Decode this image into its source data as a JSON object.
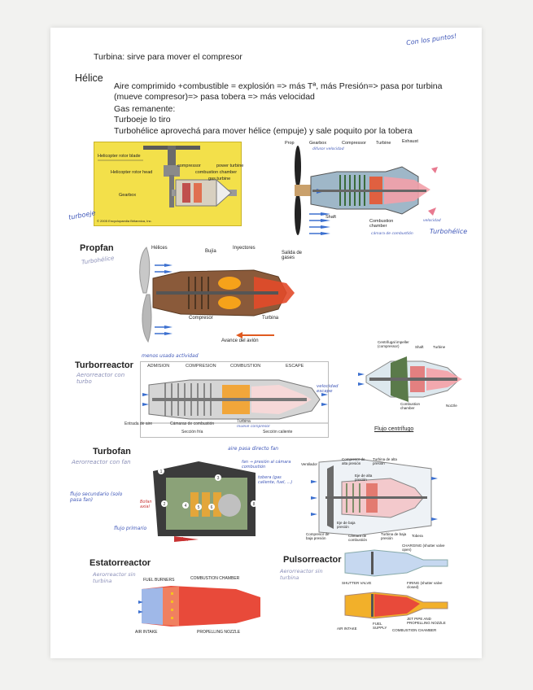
{
  "corner_note": "Con los puntos!",
  "intro": {
    "turbina_line": "Turbina: sirve para mover el compresor",
    "helice_title": "Hélice",
    "lines": [
      "Aire comprimido +combustible = explosión => más Tª, más Presión=> pasa por turbina",
      "(mueve compresor)=> pasa tobera => más velocidad",
      "Gas remanente:",
      "Turboeje lo tiro",
      "Turbohélice aprovechá para mover hélice (empuje) y sale poquito por la tobera"
    ]
  },
  "turboeje": {
    "handnote": "turboeje",
    "labels": [
      "Helicopter rotor blade",
      "Helicopter rotor head",
      "Gearbox",
      "compressor",
      "combustion chamber",
      "gas turbine",
      "power turbine"
    ],
    "copyright": "© 2005 Encyclopaedia Britannica, Inc."
  },
  "turbohelice": {
    "handnote": "Turbohélice",
    "labels": [
      "Prop",
      "Gearbox",
      "Compressor",
      "Turbine",
      "Exhaust",
      "Shaft",
      "Combustion chamber"
    ],
    "hand_labels": [
      "difusor velocidad",
      "cámara de combustión",
      "velocidad"
    ]
  },
  "propfan": {
    "title": "Propfan",
    "handnote": "Turbohélice",
    "labels": [
      "Hélices",
      "Bujía",
      "Inyectores",
      "Salida de gases",
      "Compresor",
      "Turbina",
      "Avance del avión"
    ]
  },
  "turborreactor": {
    "title": "Turborreactor",
    "handnote": "Aerorreactor con turbo",
    "top_hand": "menos usado actividad",
    "labels": [
      "ADMISION",
      "COMPRESION",
      "COMBUSTION",
      "ESCAPE",
      "Entrada de aire",
      "Cámaras de combustión",
      "Turbina",
      "Sección fría",
      "Sección caliente"
    ],
    "hand_labels": [
      "mueve compresor",
      "velocidad escape"
    ],
    "centrifugo_labels": [
      "Centrifugal impeller (compressor)",
      "Shaft",
      "Turbine",
      "Combustion chamber",
      "Nozzle"
    ],
    "centrifugo_caption": "Flujo centrífugo"
  },
  "turbofan": {
    "title": "Turbofan",
    "handnote": "Aerorreactor con fan",
    "hand_notes": [
      "aire pasa directo fan",
      "fan → presión al cámara combustión",
      "tobera (gas caliente, fuel, ...)",
      "flujo secundario (solo pasa fan)",
      "flujo primario",
      "fan",
      "Bofan axial"
    ],
    "right_labels": [
      "Ventilador",
      "Compresor de alta presión",
      "Turbina de alta presión",
      "Eje de alta presión",
      "Eje de baja presión",
      "Compresor de baja presión",
      "Cámara de combustión",
      "Turbina de baja presión",
      "Tobera"
    ]
  },
  "estatorreactor": {
    "title": "Estatorreactor",
    "handnote": "Aerorreactor sin turbina",
    "labels": [
      "FUEL BURNERS",
      "COMBUSTION CHAMBER",
      "AIR INTAKE",
      "PROPELLING NOZZLE"
    ]
  },
  "pulsorreactor": {
    "title": "Pulsorreactor",
    "handnote": "Aerorreactor sin turbina",
    "labels": [
      "CHARGING (shutter valve open)",
      "SHUTTER VALVE",
      "FIRING (shutter valve closed)",
      "JET PIPE AND PROPELLING NOZZLE",
      "FUEL SUPPLY",
      "AIR INTAKE",
      "COMBUSTION CHAMBER"
    ]
  }
}
